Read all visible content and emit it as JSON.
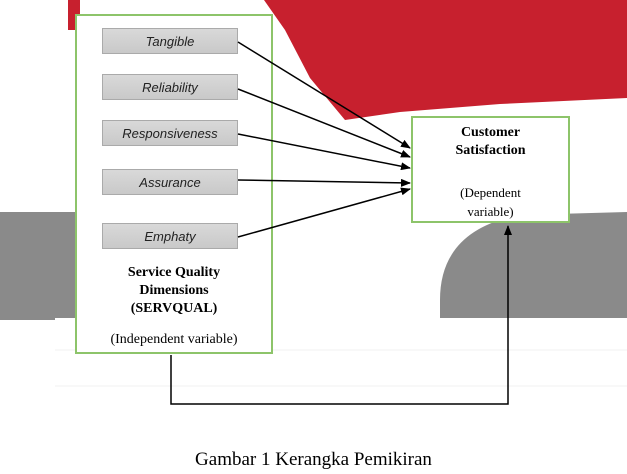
{
  "independent": {
    "items": [
      "Tangible",
      "Reliability",
      "Responsiveness",
      "Assurance",
      "Emphaty"
    ],
    "title_line1": "Service Quality",
    "title_line2": "Dimensions",
    "title_line3": "(SERVQUAL)",
    "subtitle": "(Independent variable)"
  },
  "dependent": {
    "title_line1": "Customer",
    "title_line2": "Satisfaction",
    "subtitle_line1": "(Dependent",
    "subtitle_line2": "variable)"
  },
  "caption": "Gambar 1 Kerangka Pemikiran",
  "colors": {
    "box_border": "#8dc46a",
    "item_fill": "#d4d4d4",
    "background_red": "#c7202e",
    "background_gray": "#8a8a8a"
  }
}
